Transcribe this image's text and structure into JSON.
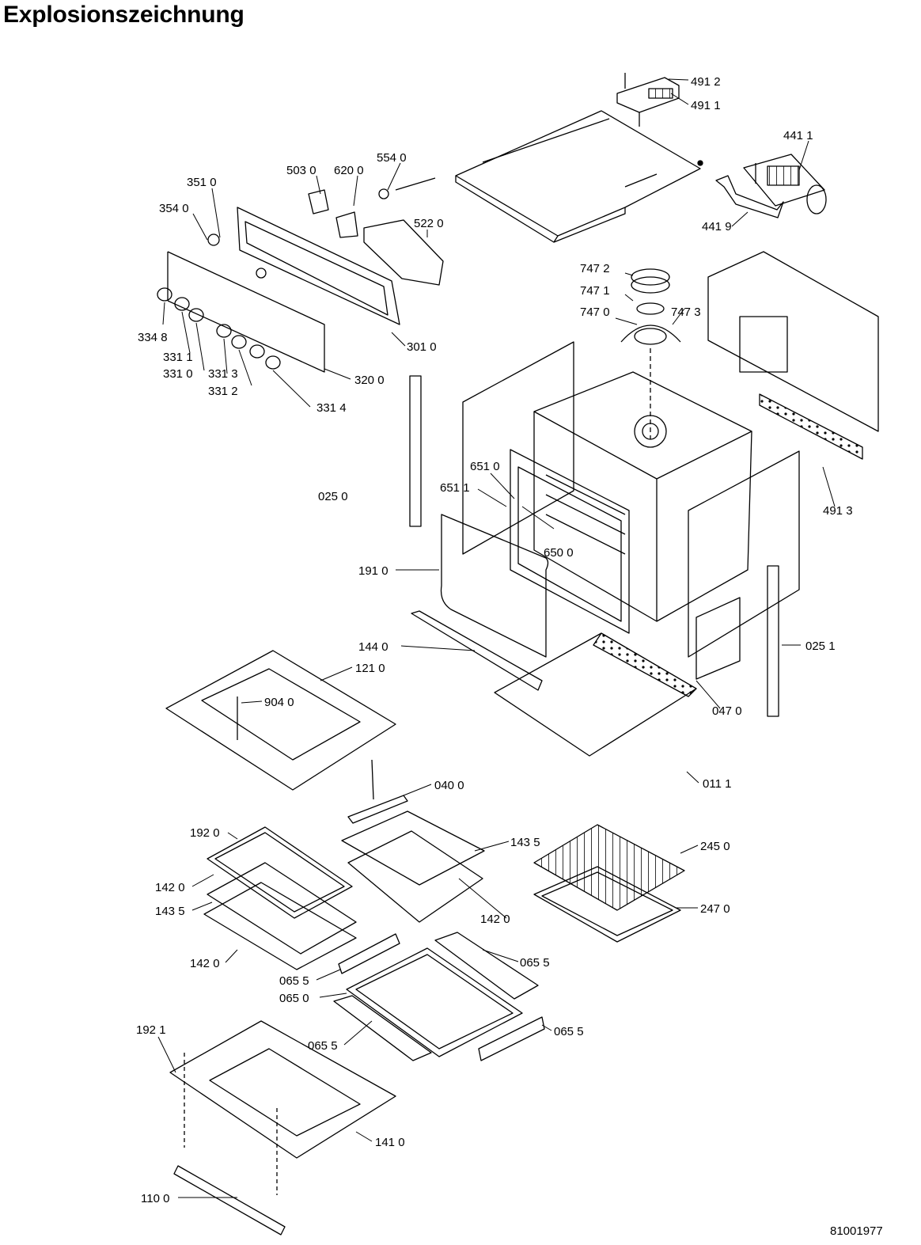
{
  "title": "Explosionszeichnung",
  "document_number": "81001977",
  "part_labels": [
    "491 2",
    "491 1",
    "441 1",
    "441 9",
    "503 0",
    "620 0",
    "554 0",
    "351 0",
    "354 0",
    "522 0",
    "747 2",
    "747 1",
    "747 0",
    "747 3",
    "301 0",
    "334 8",
    "331 1",
    "331 0",
    "331 3",
    "331 2",
    "331 4",
    "320 0",
    "651 0",
    "651 1",
    "650 0",
    "025 0",
    "191 0",
    "491 3",
    "144 0",
    "025 1",
    "121 0",
    "904 0",
    "047 0",
    "011 1",
    "040 0",
    "192 0",
    "143 5",
    "142 0",
    "245 0",
    "247 0",
    "065 5",
    "065 0",
    "192 1",
    "141 0",
    "110 0"
  ]
}
